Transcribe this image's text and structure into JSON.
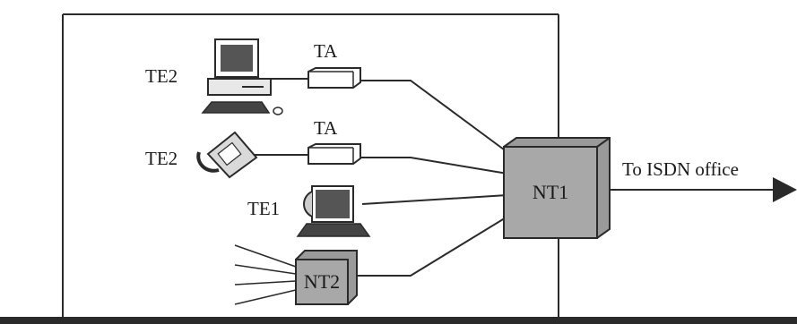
{
  "labels": {
    "te2_computer": "TE2",
    "te2_phone": "TE2",
    "te1": "TE1",
    "ta_top": "TA",
    "ta_middle": "TA",
    "nt1": "NT1",
    "nt2": "NT2",
    "to_isdn": "To ISDN office"
  },
  "colors": {
    "line": "#2a2a2a",
    "box_fill": "#9a9a9a",
    "box_face": "#b0b0b0",
    "background": "#ffffff"
  },
  "icons": {
    "computer": "desktop-computer-icon",
    "phone": "telephone-icon",
    "te1": "isdn-terminal-icon"
  }
}
